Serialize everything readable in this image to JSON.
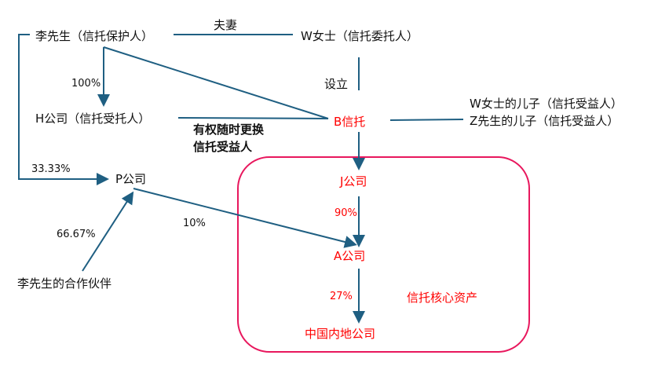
{
  "colors": {
    "line": "#1f5f82",
    "red": "#ff0000",
    "box": "#e8175d"
  },
  "nodes": {
    "li": "李先生（信托保护人）",
    "w": "W女士（信托委托人）",
    "h": "H公司（信托受托人）",
    "b": "B信托",
    "w_son": "W女士的儿子（信托受益人）",
    "z_son": "Z先生的儿子（信托受益人）",
    "p": "P公司",
    "j": "J公司",
    "a": "A公司",
    "partner": "李先生的合作伙伴",
    "cn": "中国内地公司"
  },
  "labels": {
    "spouse": "夫妻",
    "establish": "设立",
    "h_pct": "100%",
    "right_line1": "有权随时更换",
    "right_line2": "信托受益人",
    "p_li_pct": "33.33%",
    "p_partner_pct": "66.67%",
    "p_a_pct": "10%",
    "j_a_pct": "90%",
    "a_cn_pct": "27%",
    "core_assets": "信托核心资产"
  }
}
